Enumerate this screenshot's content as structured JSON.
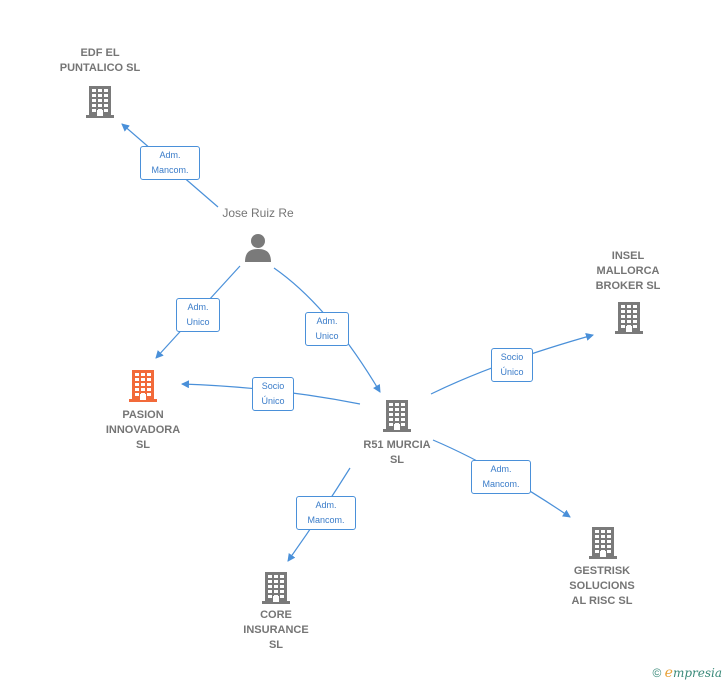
{
  "nodes": {
    "edf": {
      "label": "EDF EL\nPUNTALICO  SL",
      "kind": "company"
    },
    "jose": {
      "label": "Jose Ruiz Re",
      "kind": "person"
    },
    "pasion": {
      "label": "PASION\nINNOVADORA\nSL",
      "kind": "company",
      "highlight": true
    },
    "r51": {
      "label": "R51 MURCIA\nSL",
      "kind": "company"
    },
    "insel": {
      "label": "INSEL\nMALLORCA\nBROKER  SL",
      "kind": "company"
    },
    "core": {
      "label": "CORE\nINSURANCE\nSL",
      "kind": "company"
    },
    "gestrisk": {
      "label": "GESTRISK\nSOLUCIONS\nAL RISC  SL",
      "kind": "company"
    }
  },
  "edges": [
    {
      "from": "jose",
      "to": "edf",
      "label": "Adm.\nMancom."
    },
    {
      "from": "jose",
      "to": "pasion",
      "label": "Adm.\nUnico"
    },
    {
      "from": "jose",
      "to": "r51",
      "label": "Adm.\nUnico"
    },
    {
      "from": "r51",
      "to": "pasion",
      "label": "Socio\nÚnico"
    },
    {
      "from": "r51",
      "to": "insel",
      "label": "Socio\nÚnico"
    },
    {
      "from": "r51",
      "to": "core",
      "label": "Adm.\nMancom."
    },
    {
      "from": "r51",
      "to": "gestrisk",
      "label": "Adm.\nMancom."
    }
  ],
  "colors": {
    "edge": "#4a90d9",
    "node_icon": "#7a7a7a",
    "highlight_icon": "#f26a3a",
    "label_text": "#757575"
  },
  "icons": {
    "company": "building-icon",
    "person": "person-icon"
  },
  "watermark": {
    "symbol": "©",
    "brand_initial": "e",
    "brand_rest": "mpresia"
  }
}
